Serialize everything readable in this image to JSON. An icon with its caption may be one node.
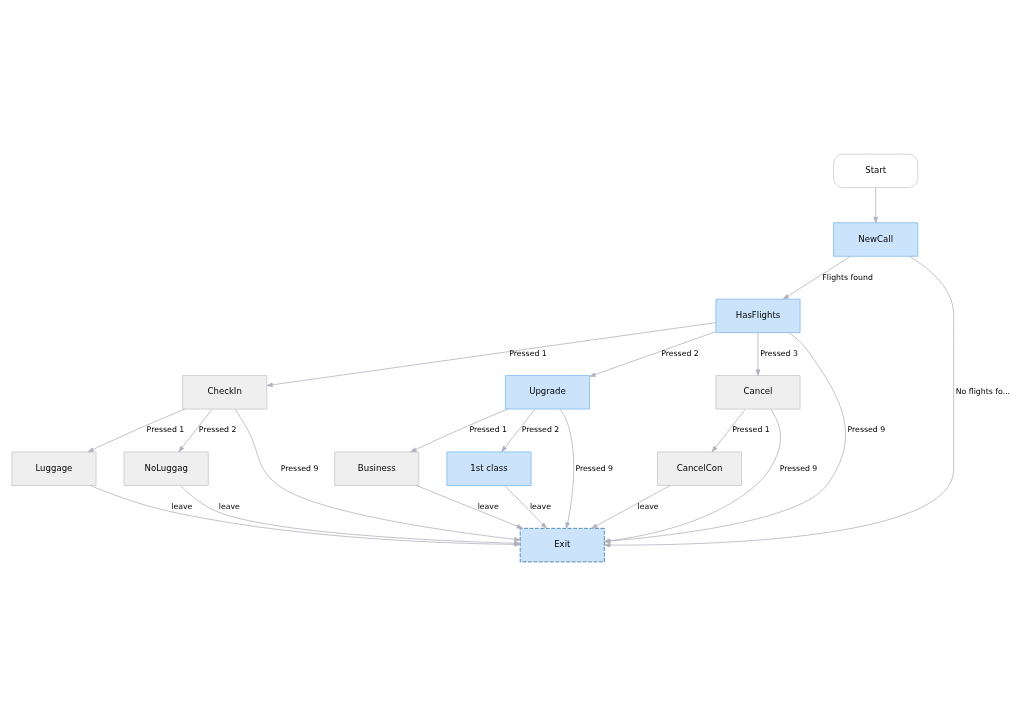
{
  "diagram": {
    "nodes": [
      {
        "text": [
          "Start"
        ]
      },
      {
        "text": [
          "NewCall"
        ]
      },
      {
        "text": [
          "HasFlights"
        ]
      },
      {
        "text": [
          "CheckIn"
        ]
      },
      {
        "text": [
          "Upgrade"
        ]
      },
      {
        "text": [
          "Cancel"
        ]
      },
      {
        "text": [
          "Luggage"
        ]
      },
      {
        "text": [
          "NoLuggag"
        ]
      },
      {
        "text": [
          "Business"
        ]
      },
      {
        "text": [
          "1st class"
        ]
      },
      {
        "text": [
          "CancelCon"
        ]
      },
      {
        "text": [
          "Exit"
        ]
      }
    ],
    "edges": [
      {
        "from": 0,
        "to": 1,
        "arrow": "to"
      },
      {
        "from": 1,
        "to": 2,
        "arrow": "to",
        "label": "Flights found"
      },
      {
        "from": 2,
        "to": 5,
        "arrow": "to",
        "label": "Pressed 3"
      },
      {
        "from": 2,
        "to": 3,
        "arrow": "to",
        "label": "Pressed 1"
      },
      {
        "from": 2,
        "to": 4,
        "arrow": "to",
        "label": "Pressed 2"
      },
      {
        "from": 3,
        "to": 7,
        "arrow": "to",
        "label": "Pressed 2"
      },
      {
        "from": 3,
        "to": 6,
        "arrow": "to",
        "label": "Pressed 1"
      },
      {
        "from": 5,
        "to": 10,
        "arrow": "to",
        "label": "Pressed 1"
      },
      {
        "from": 4,
        "to": 8,
        "arrow": "to",
        "label": "Pressed 1"
      },
      {
        "from": 4,
        "to": 9,
        "arrow": "to",
        "label": "Pressed 2"
      },
      {
        "from": 1,
        "to": 11,
        "arrow": "to",
        "label": "No flights fo..."
      },
      {
        "from": 3,
        "to": 11,
        "arrow": "to",
        "label": "Pressed 9"
      },
      {
        "from": 2,
        "to": 11,
        "arrow": "to",
        "label": "Pressed 9"
      },
      {
        "from": 6,
        "to": 11,
        "arrow": "to",
        "label": "leave"
      },
      {
        "from": 7,
        "to": 11,
        "arrow": "to",
        "label": "leave"
      },
      {
        "from": 4,
        "to": 11,
        "arrow": "to",
        "label": "Pressed 9"
      },
      {
        "from": 8,
        "to": 11,
        "arrow": "to",
        "label": "leave"
      },
      {
        "from": 10,
        "to": 11,
        "arrow": "to",
        "label": "leave"
      },
      {
        "from": 5,
        "to": 11,
        "arrow": "to",
        "label": "Pressed 9"
      },
      {
        "from": 9,
        "to": 11,
        "arrow": "to",
        "label": "leave"
      }
    ]
  }
}
